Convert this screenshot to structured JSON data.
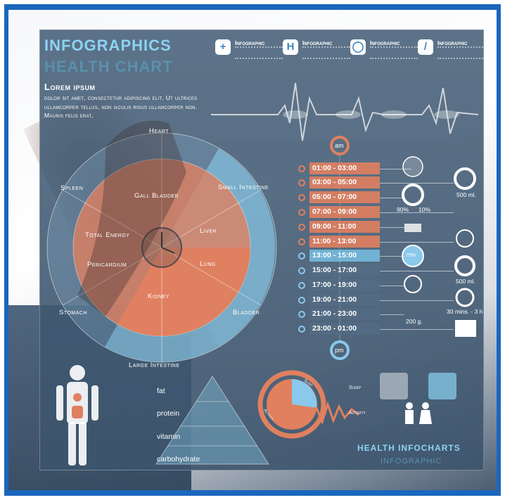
{
  "header": {
    "title": "INFOGRAPHICS",
    "subtitle": "HEALTH CHART",
    "lorem_heading": "Lorem ipsum",
    "lorem_text": "dolor sit amet, consectetur adipiscing elit. Ut ultrices ullamcorper tellus, non iaculis risus ullamcorper non. Mauris felis erat,"
  },
  "badges": [
    {
      "icon": "plus-icon",
      "title": "Infographic"
    },
    {
      "icon": "hospital-icon",
      "title": "Infographic"
    },
    {
      "icon": "pill-icon",
      "title": "Infographic"
    },
    {
      "icon": "syringe-icon",
      "title": "Infographic"
    }
  ],
  "organ_wheel": {
    "outer": [
      "Heart",
      "Small Intestine",
      "Bladder",
      "Large Intestine",
      "Stomach",
      "Spleen"
    ],
    "inner": [
      "Gall Bladder",
      "Liver",
      "Lung",
      "Kidney",
      "Pericardium",
      "Total Energy"
    ]
  },
  "clock": {
    "am_label": "am",
    "pm_label": "pm",
    "times": [
      "01:00 - 03:00",
      "03:00 - 05:00",
      "05:00 - 07:00",
      "07:00 - 09:00",
      "09:00 - 11:00",
      "11:00 - 13:00",
      "13:00 - 15:00",
      "15:00 - 17:00",
      "17:00 - 19:00",
      "19:00 - 21:00",
      "21:00 - 23:00",
      "23:00 - 01:00"
    ]
  },
  "stats": {
    "water": "500 ml.",
    "percent_left": "90%",
    "percent_right": "10%",
    "pie": "70%",
    "drink": "500 ml.",
    "time": "30 mins. - 3 h",
    "weight": "200 g."
  },
  "pyramid": [
    "fat",
    "protein",
    "vitamin",
    "carbohydrate"
  ],
  "sleep_activity": {
    "sleep_label": "Sleep",
    "activity_label": "Activity",
    "ring_sleep": "Sleep",
    "ring_activity": "Activity"
  },
  "footer": {
    "title": "HEALTH INFOCHARTS",
    "subtitle": "INFOGRAPHIC"
  },
  "colors": {
    "accent_blue": "#8cd3f2",
    "accent_orange": "#e0805f",
    "frame_blue": "#1b67bd"
  }
}
